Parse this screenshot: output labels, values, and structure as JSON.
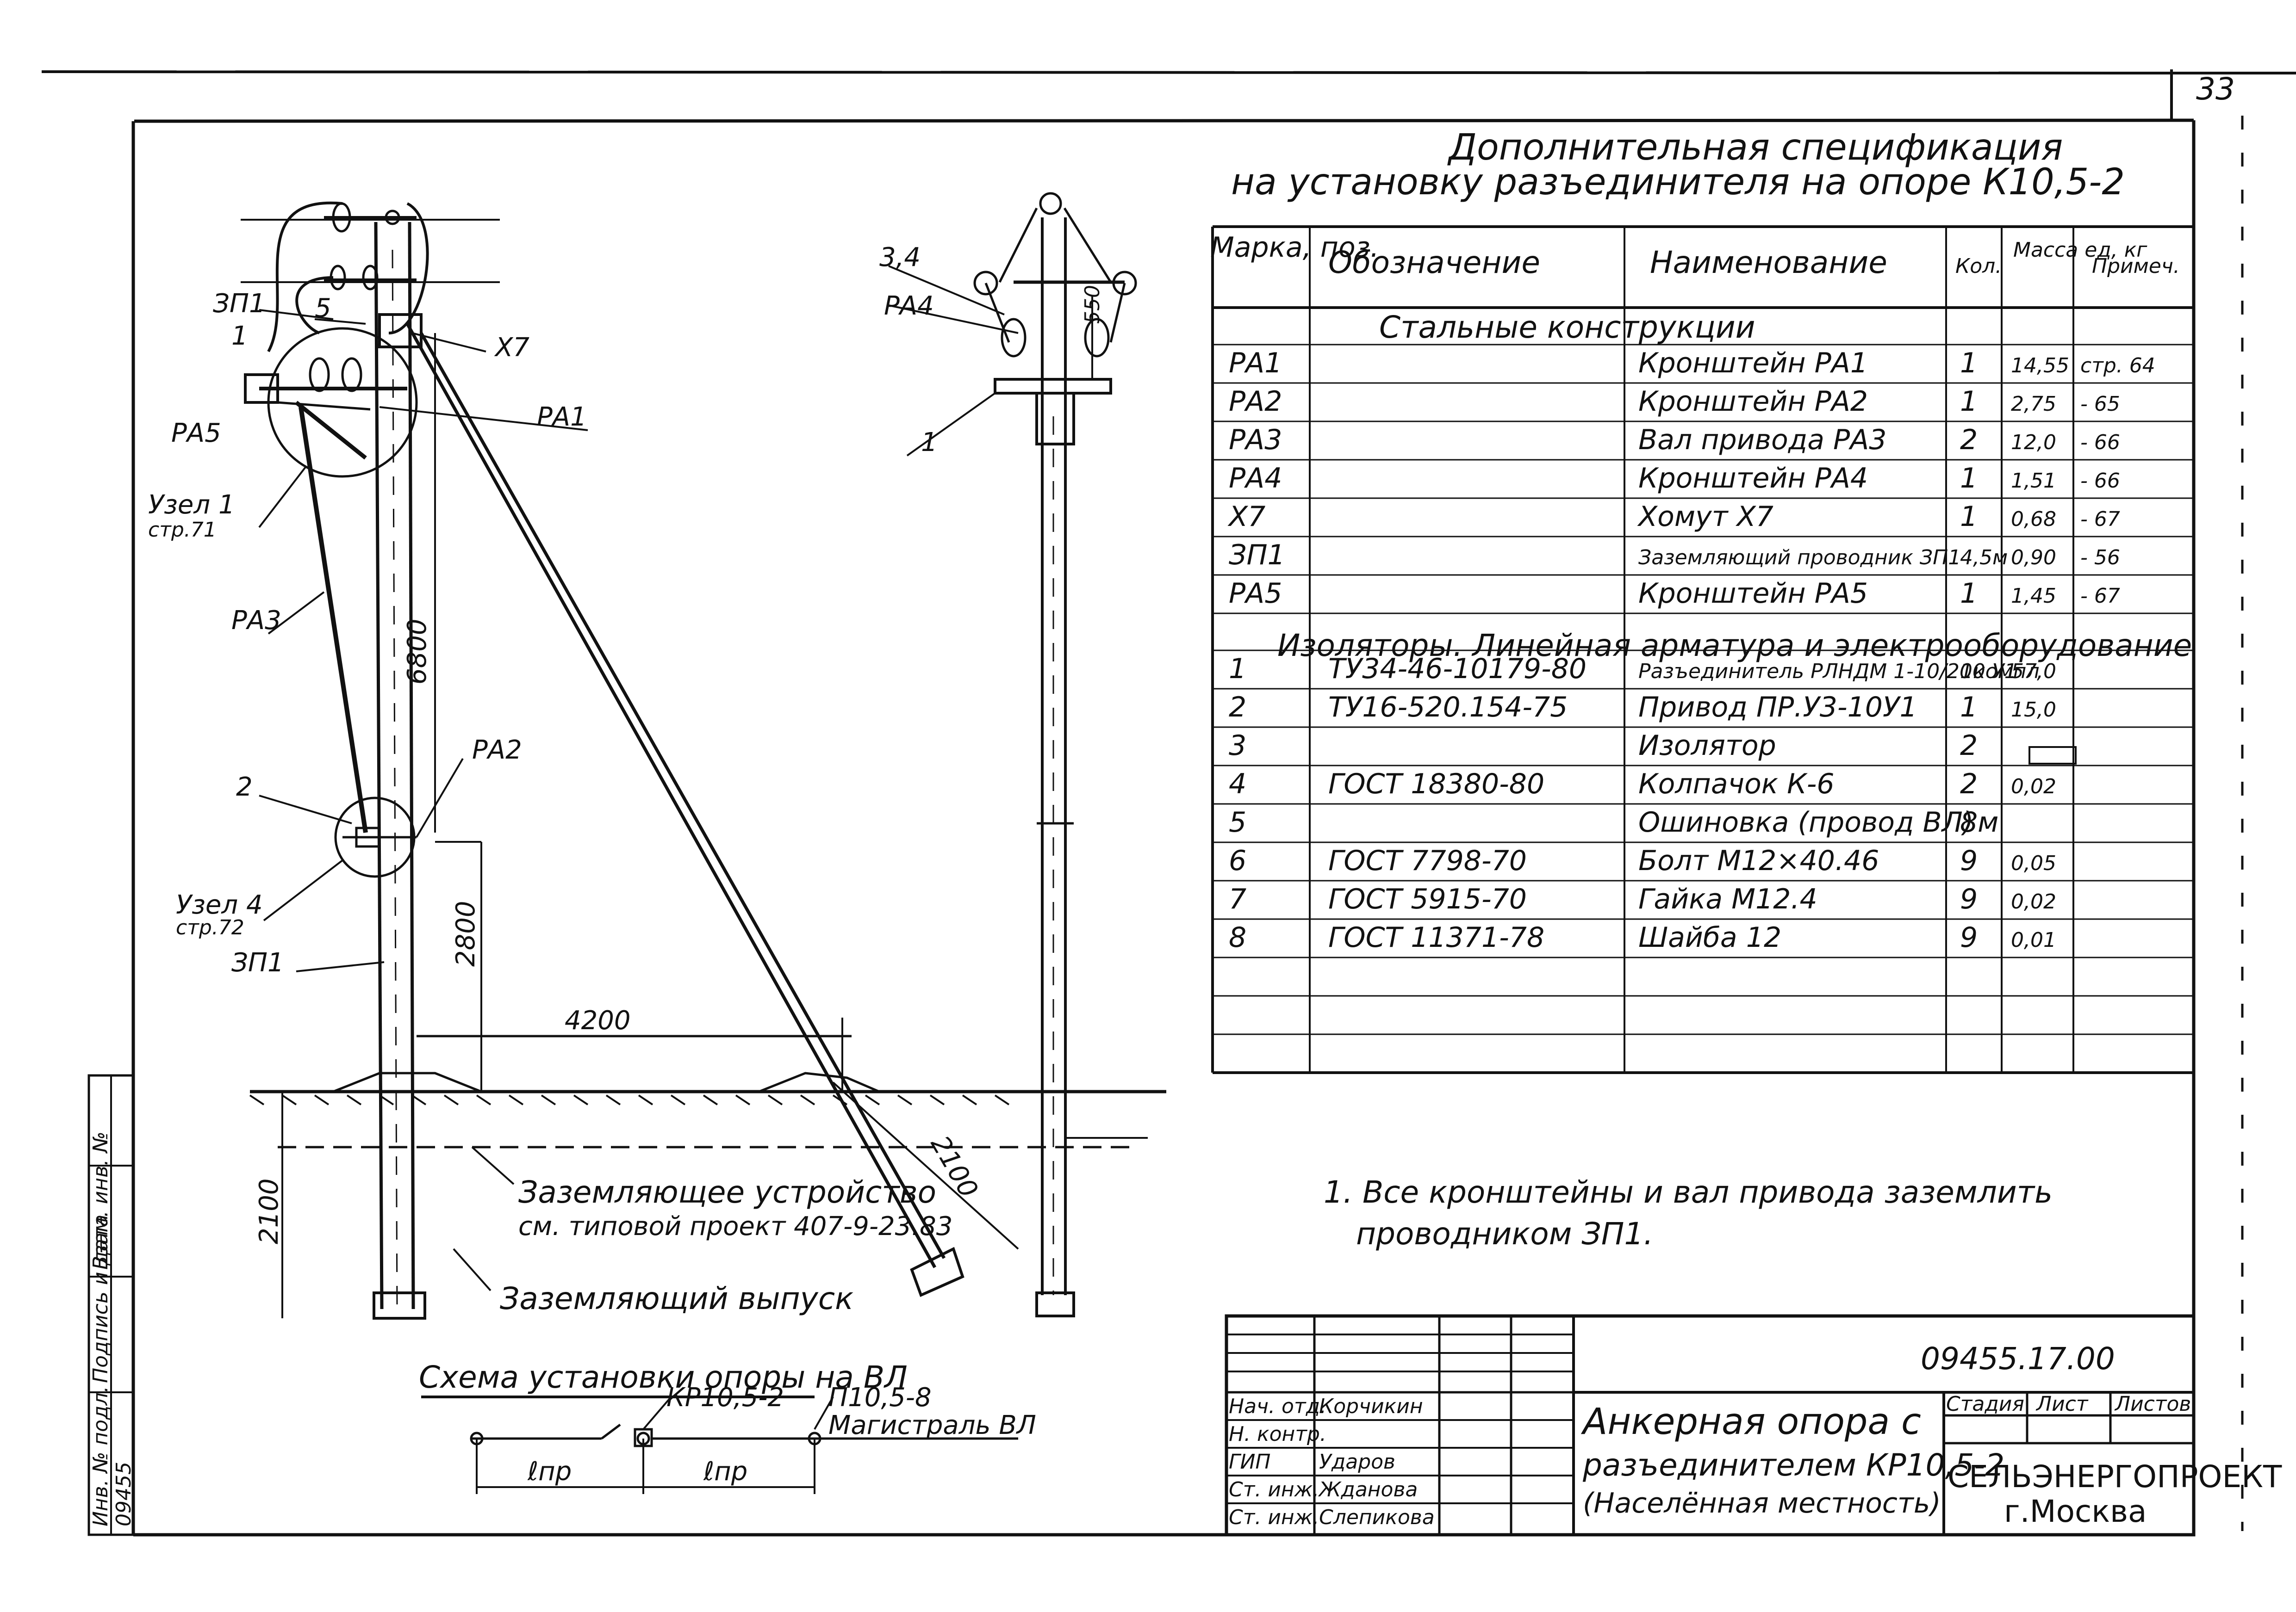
{
  "page_number": "33",
  "spec": {
    "title_line1": "Дополнительная спецификация",
    "title_line2": "на установку разъединителя на опоре К10,5-2",
    "headers": [
      "Марка, поз.",
      "Обозначение",
      "Наименование",
      "Кол.",
      "Масса ед, кг",
      "Примеч."
    ],
    "section_steel": "Стальные конструкции",
    "section_insulators": "Изоляторы. Линейная арматура и электрооборудование",
    "rows_steel": [
      {
        "mark": "РА1",
        "designation": "",
        "name": "Кронштейн РА1",
        "qty": "1",
        "mass": "14,55",
        "note": "стр. 64"
      },
      {
        "mark": "РА2",
        "designation": "",
        "name": "Кронштейн РА2",
        "qty": "1",
        "mass": "2,75",
        "note": "- 65"
      },
      {
        "mark": "РА3",
        "designation": "",
        "name": "Вал привода РА3",
        "qty": "2",
        "mass": "12,0",
        "note": "- 66"
      },
      {
        "mark": "РА4",
        "designation": "",
        "name": "Кронштейн РА4",
        "qty": "1",
        "mass": "1,51",
        "note": "- 66"
      },
      {
        "mark": "Х7",
        "designation": "",
        "name": "Хомут Х7",
        "qty": "1",
        "mass": "0,68",
        "note": "- 67"
      },
      {
        "mark": "ЗП1",
        "designation": "",
        "name": "Заземляющий проводник ЗП1",
        "qty": "4,5м",
        "mass": "0,90",
        "note": "- 56"
      },
      {
        "mark": "РА5",
        "designation": "",
        "name": "Кронштейн РА5",
        "qty": "1",
        "mass": "1,45",
        "note": "- 67"
      }
    ],
    "rows_insulators": [
      {
        "mark": "1",
        "designation": "ТУ34-46-10179-80",
        "name": "Разъединитель РЛНДМ 1-10/200 У1",
        "qty": "1компл",
        "mass": "57,0",
        "note": ""
      },
      {
        "mark": "2",
        "designation": "ТУ16-520.154-75",
        "name": "Привод ПР.У3-10У1",
        "qty": "1",
        "mass": "15,0",
        "note": ""
      },
      {
        "mark": "3",
        "designation": "",
        "name": "Изолятор",
        "qty": "2",
        "mass": "",
        "note": ""
      },
      {
        "mark": "4",
        "designation": "ГОСТ 18380-80",
        "name": "Колпачок К-6",
        "qty": "2",
        "mass": "0,02",
        "note": ""
      },
      {
        "mark": "5",
        "designation": "",
        "name": "Ошиновка (провод ВЛ)",
        "qty": "8м",
        "mass": "",
        "note": ""
      },
      {
        "mark": "6",
        "designation": "ГОСТ 7798-70",
        "name": "Болт М12×40.46",
        "qty": "9",
        "mass": "0,05",
        "note": ""
      },
      {
        "mark": "7",
        "designation": "ГОСТ 5915-70",
        "name": "Гайка М12.4",
        "qty": "9",
        "mass": "0,02",
        "note": ""
      },
      {
        "mark": "8",
        "designation": "ГОСТ 11371-78",
        "name": "Шайба 12",
        "qty": "9",
        "mass": "0,01",
        "note": ""
      }
    ]
  },
  "note": {
    "line1": "1. Все кронштейны и вал привода заземлить",
    "line2": "проводником ЗП1."
  },
  "drawing": {
    "labels": {
      "zp1_top": "ЗП1",
      "n5": "5",
      "n1": "1",
      "x7": "Х7",
      "pa1": "РА1",
      "pa5": "РА5",
      "uzel1": "Узел 1",
      "uzel1_ref": "стр.71",
      "pa3": "РА3",
      "dim_6800": "6800",
      "pa2": "РА2",
      "n2": "2",
      "uzel4": "Узел 4",
      "uzel4_ref": "стр.72",
      "zp1_mid": "ЗП1",
      "dim_2800": "2800",
      "dim_4200": "4200",
      "dim_2100_left": "2100",
      "dim_2100_brace": "2100",
      "ground_device_1": "Заземляющее устройство",
      "ground_device_2": "см. типовой проект 407-9-23.83",
      "ground_outlet": "Заземляющий выпуск",
      "side_34": "3,4",
      "side_pa4": "РА4",
      "side_550": "550",
      "side_1": "1"
    },
    "scheme": {
      "title": "Схема установки опоры на ВЛ",
      "kr": "КР10,5-2",
      "p": "П10,5-8",
      "magistral": "Магистраль ВЛ",
      "span1": "ℓпр",
      "span2": "ℓпр"
    },
    "left_stamp": [
      "Инв. № подл.",
      "Подпись и дата",
      "Взам. инв. №",
      "09455"
    ]
  },
  "title_block": {
    "doc_number": "09455.17.00",
    "title_line1": "Анкерная опора с",
    "title_line2": "разъединителем КР10,5-2",
    "title_line3": "(Населённая местность)",
    "stage_label": "Стадия",
    "sheet_label": "Лист",
    "sheets_label": "Листов",
    "org_line1": "СЕЛЬЭНЕРГОПРОЕКТ",
    "org_line2": "г.Москва",
    "people": [
      {
        "role": "Нач. отд.",
        "name": "Корчикин"
      },
      {
        "role": "Н. контр.",
        "name": ""
      },
      {
        "role": "ГИП",
        "name": "Ударов"
      },
      {
        "role": "Ст. инж.",
        "name": "Жданова"
      },
      {
        "role": "Ст. инж.",
        "name": "Слепикова"
      }
    ]
  }
}
